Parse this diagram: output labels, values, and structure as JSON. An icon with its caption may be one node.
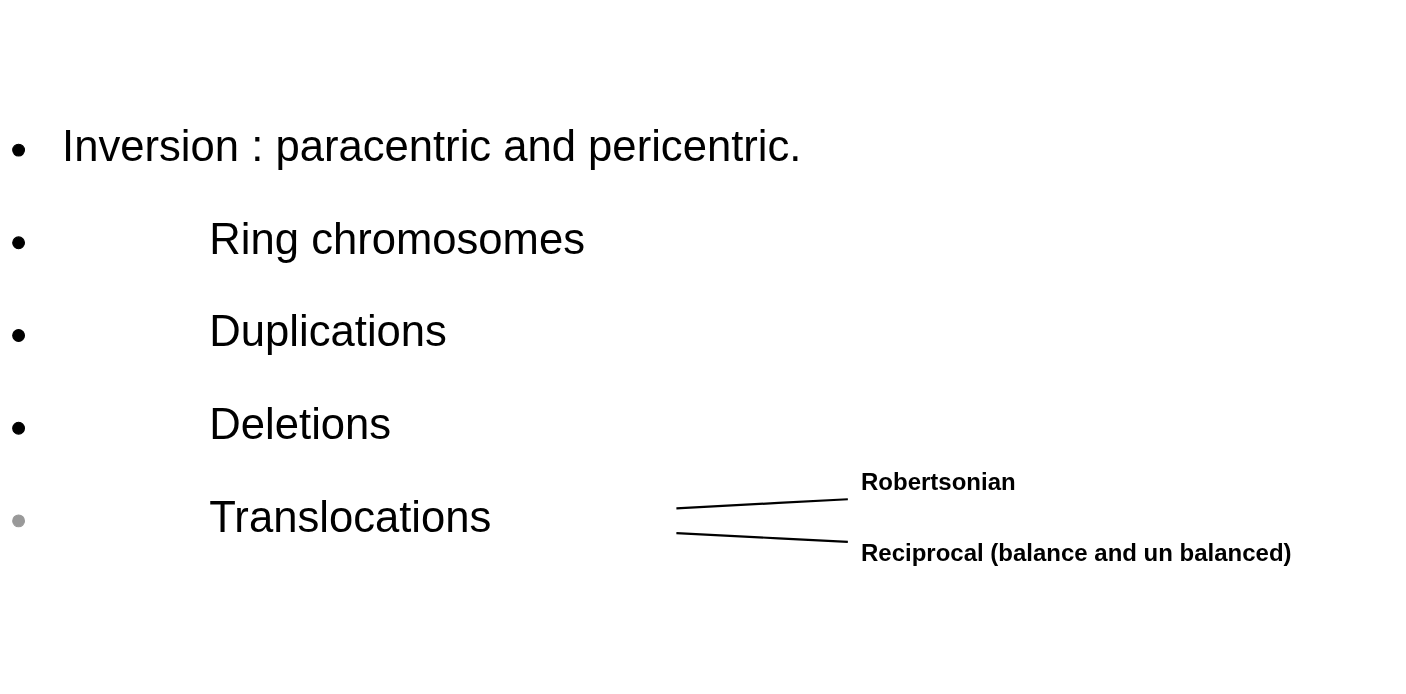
{
  "diagram": {
    "nodes": [
      {
        "text": [
          "Translocations"
        ]
      },
      {
        "text": [
          "Robertsonian"
        ]
      },
      {
        "text": [
          "Reciprocal (balance and un balanced)"
        ]
      }
    ],
    "edges": [
      {
        "from": 0,
        "to": 1,
        "arrow": "none"
      },
      {
        "from": 0,
        "to": 2,
        "arrow": "none"
      }
    ],
    "labels": [
      "Deletions",
      "Duplications",
      "Ring chromosomes",
      "Inversion : paracentric and pericentric."
    ]
  }
}
